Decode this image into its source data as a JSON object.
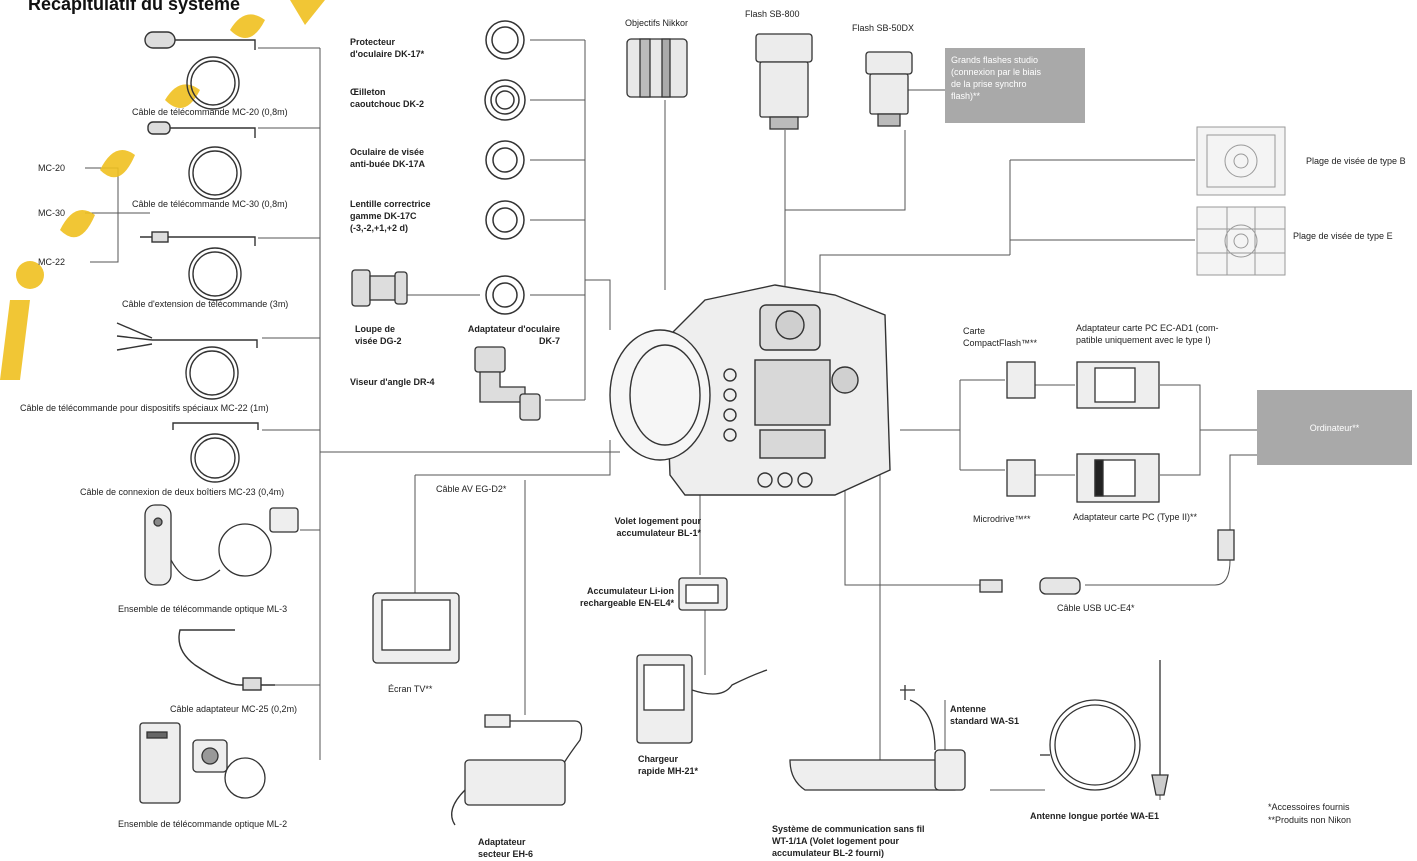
{
  "title": "Récapitulatif du système",
  "remote_cables": {
    "mc20": "Câble de télécommande MC-20 (0,8m)",
    "mc30": "Câble de télécommande MC-30 (0,8m)",
    "mc21": "Câble d'extension de télécommande (3m)",
    "mc22": "Câble de télécommande pour dispositifs spéciaux MC-22 (1m)",
    "mc23": "Câble de connexion de deux boîtiers MC-23 (0,4m)",
    "ml3": "Ensemble de télécommande optique ML-3",
    "mc25": "Câble adaptateur MC-25 (0,2m)",
    "ml2": "Ensemble de télécommande optique ML-2"
  },
  "side_tags": [
    "MC-20",
    "MC-30",
    "MC-22"
  ],
  "eyepiece": {
    "dk17": "Protecteur\nd'oculaire DK-17*",
    "dk19": "Œilleton\ncaoutchouc DK-2",
    "dk17a": "Oculaire de visée\nanti-buée DK-17A",
    "dk17c": "Lentille correctrice\ngamme DK-17C\n(-3,-2,+1,+2 d)",
    "dg2": "Loupe de\nvisée DG-2",
    "dk7": "Adaptateur d'oculaire\nDK-7",
    "dr4": "Viseur d'angle DR-4"
  },
  "lens": "Objectifs Nikkor",
  "flash_sb800": "Flash SB-800",
  "flash_sb50dx": "Flash SB-50DX",
  "studio_flash": "Grands flashes studio\n(connexion par le biais\nde la prise synchro\nflash)**",
  "screens": {
    "type_b": "Plage de visée de type B",
    "type_e": "Plage de visée de type E"
  },
  "cards": {
    "cf": "Carte\nCompactFlash™**",
    "ecad1": "Adaptateur carte PC EC-AD1 (com-\npatible uniquement avec le type I)",
    "microdrive": "Microdrive™**",
    "pc_adapter": "Adaptateur carte PC (Type II)**"
  },
  "computer": "Ordinateur**",
  "usb": "Câble USB UC-E4*",
  "av_cable": "Câble AV EG-D2*",
  "tv": "Écran TV**",
  "bl1": "Volet logement pour\naccumulateur BL-1*",
  "battery": "Accumulateur Li-ion\nrechargeable EN-EL4*",
  "charger": "Chargeur\nrapide MH-21*",
  "ac_adapter": "Adaptateur\nsecteur EH-6",
  "wireless": "Système de communication sans fil\nWT-1/1A (Volet logement pour\naccumulateur BL-2 fourni)",
  "antenna_std": "Antenne\nstandard WA-S1",
  "antenna_long": "Antenne longue portée WA-E1",
  "legend": {
    "supplied": "*Accessoires fournis",
    "non_nikon": "**Produits non Nikon"
  },
  "colors": {
    "gray_box": "#a9a9a9",
    "line": "#555555",
    "watermark": "#f0c020"
  }
}
